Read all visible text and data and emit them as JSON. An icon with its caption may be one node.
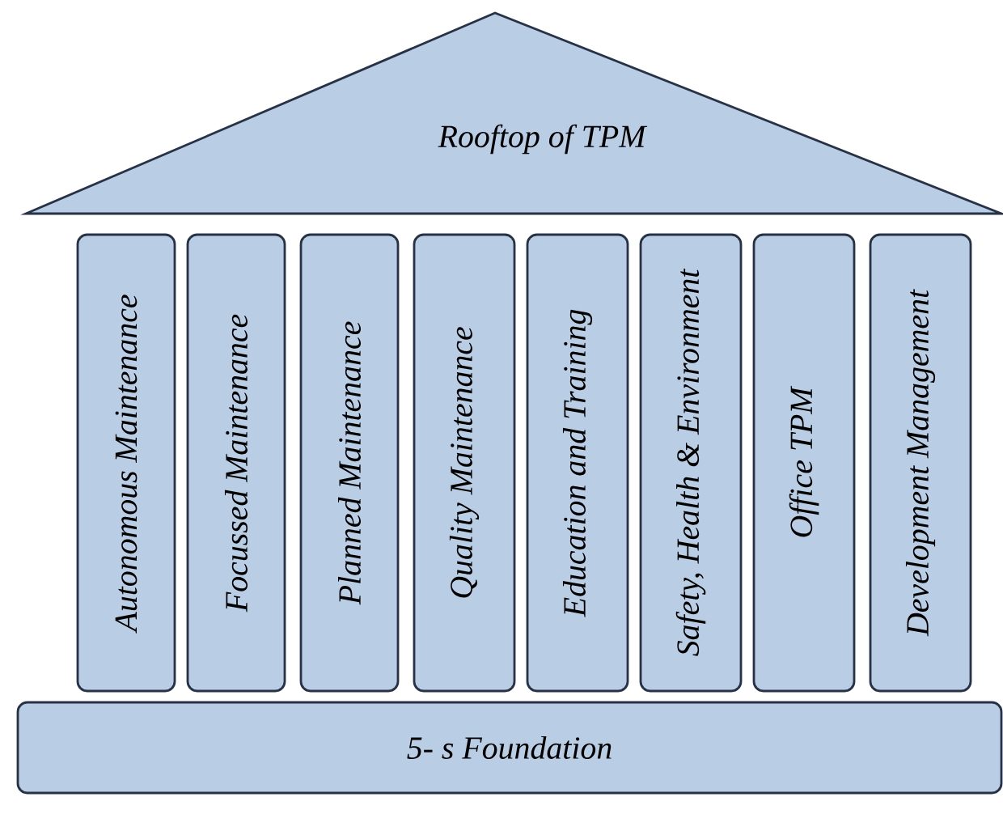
{
  "diagram": {
    "nodes": [
      {
        "text": [
          "Rooftop of TPM"
        ]
      },
      {
        "text": [
          "Autonomous Maintenance"
        ]
      },
      {
        "text": [
          "Focussed Maintenance"
        ]
      },
      {
        "text": [
          "Planned Maintenance"
        ]
      },
      {
        "text": [
          "Quality Maintenance"
        ]
      },
      {
        "text": [
          "Education and Training"
        ]
      },
      {
        "text": [
          "Safety, Health & Environment"
        ]
      },
      {
        "text": [
          "Office TPM"
        ]
      },
      {
        "text": [
          "Development Management"
        ]
      },
      {
        "text": [
          "5- s Foundation"
        ]
      }
    ]
  }
}
